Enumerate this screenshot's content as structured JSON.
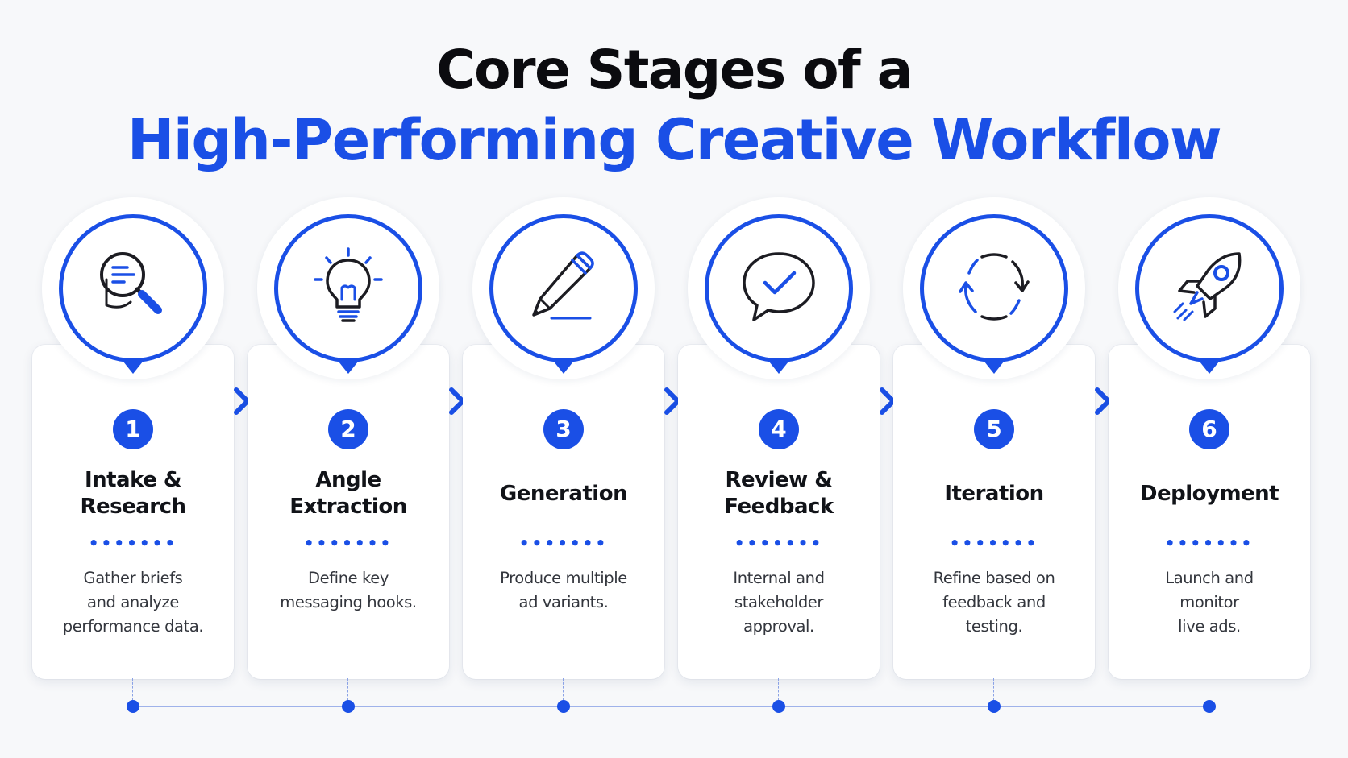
{
  "title": {
    "line1": "Core Stages of a",
    "line2": "High-Performing Creative Workflow"
  },
  "accent_color": "#1a4fe6",
  "stages": [
    {
      "number": "1",
      "name": "Intake &\nResearch",
      "description": "Gather briefs\nand analyze\nperformance data.",
      "icon": "magnifier-document-icon"
    },
    {
      "number": "2",
      "name": "Angle\nExtraction",
      "description": "Define key\nmessaging hooks.",
      "icon": "lightbulb-icon"
    },
    {
      "number": "3",
      "name": "Generation",
      "description": "Produce multiple\nad variants.",
      "icon": "pencil-icon"
    },
    {
      "number": "4",
      "name": "Review &\nFeedback",
      "description": "Internal and\nstakeholder\napproval.",
      "icon": "chat-check-icon"
    },
    {
      "number": "5",
      "name": "Iteration",
      "description": "Refine based on\nfeedback and\ntesting.",
      "icon": "refresh-cycle-icon"
    },
    {
      "number": "6",
      "name": "Deployment",
      "description": "Launch and\nmonitor\nlive ads.",
      "icon": "rocket-icon"
    }
  ],
  "dots": "•••••••"
}
